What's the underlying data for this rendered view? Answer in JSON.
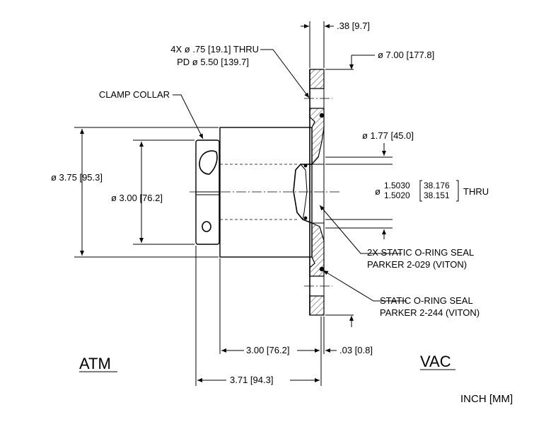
{
  "labels": {
    "holes_line1": "4X ø .75 [19.1] THRU",
    "holes_line2": "PD ø 5.50 [139.7]",
    "flange_thk": ".38 [9.7]",
    "flange_od": "ø 7.00 [177.8]",
    "clamp_collar": "CLAMP COLLAR",
    "body_od": "ø 3.75 [95.3]",
    "collar_id": "ø 3.00 [76.2]",
    "counterbore": "ø 1.77 [45.0]",
    "bore_prefix": "ø",
    "bore_max": "1.5030",
    "bore_min": "1.5020",
    "bore_max_mm": "38.176",
    "bore_min_mm": "38.151",
    "bore_suffix": "THRU",
    "oring1_line1": "2X STATIC O-RING SEAL",
    "oring1_line2": "PARKER 2-029 (VITON)",
    "oring2_line1": "STATIC O-RING SEAL",
    "oring2_line2": "PARKER 2-244 (VITON)",
    "len_body": "3.00 [76.2]",
    "len_step": ".03 [0.8]",
    "len_total": "3.71 [94.3]",
    "atm": "ATM",
    "vac": "VAC",
    "units": "INCH [MM]"
  }
}
